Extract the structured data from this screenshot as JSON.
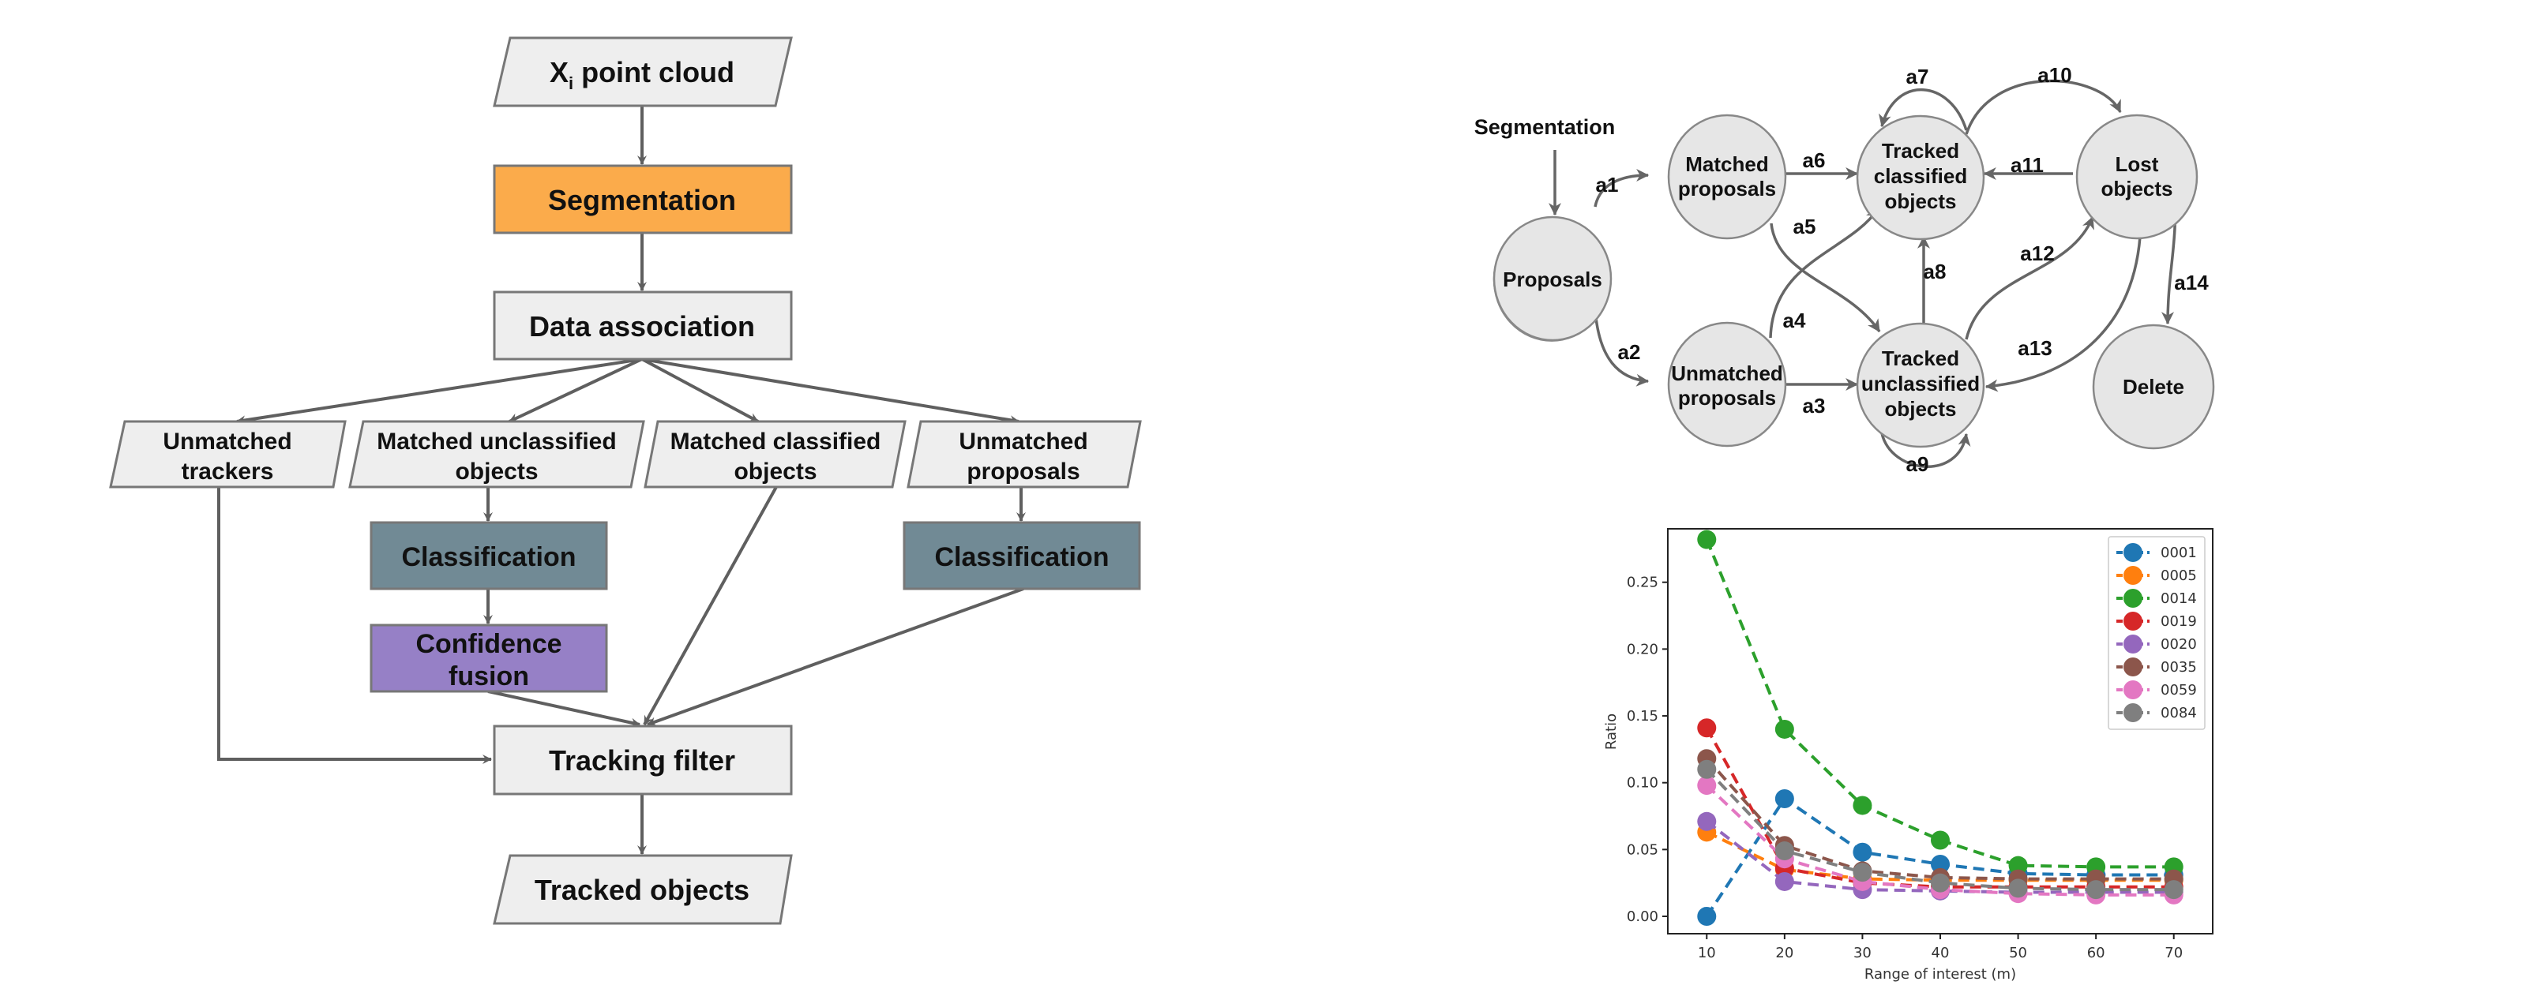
{
  "flowchart": {
    "nodes": {
      "input": {
        "main": "X",
        "sub": "i",
        "rest": " point cloud"
      },
      "segmentation": "Segmentation",
      "data_association": "Data association",
      "unmatched_trackers": [
        "Unmatched",
        "trackers"
      ],
      "matched_unclassified": [
        "Matched unclassified",
        "objects"
      ],
      "matched_classified": [
        "Matched classified",
        "objects"
      ],
      "unmatched_proposals": [
        "Unmatched",
        "proposals"
      ],
      "classification_left": "Classification",
      "classification_right": "Classification",
      "confidence_fusion": [
        "Confidence",
        "fusion"
      ],
      "tracking_filter": "Tracking filter",
      "tracked_objects": "Tracked objects"
    },
    "colors": {
      "node_fill": "#eeeeee",
      "segmentation": "#fbab4b",
      "classification": "#718a95",
      "confidence_fusion": "#9680c6",
      "edge": "#5f5f5f"
    }
  },
  "state_diagram": {
    "input_label": "Segmentation",
    "states": {
      "proposals": [
        "Proposals"
      ],
      "matched_proposals": [
        "Matched",
        "proposals"
      ],
      "unmatched_proposals": [
        "Unmatched",
        "proposals"
      ],
      "tracked_classified": [
        "Tracked",
        "classified",
        "objects"
      ],
      "tracked_unclassified": [
        "Tracked",
        "unclassified",
        "objects"
      ],
      "lost_objects": [
        "Lost",
        "objects"
      ],
      "delete": [
        "Delete"
      ]
    },
    "transitions": [
      "a1",
      "a2",
      "a3",
      "a4",
      "a5",
      "a6",
      "a7",
      "a8",
      "a9",
      "a10",
      "a11",
      "a12",
      "a13",
      "a14"
    ]
  },
  "chart_data": {
    "type": "line",
    "title": "",
    "xlabel": "Range of interest (m)",
    "ylabel": "Ratio",
    "x": [
      10,
      20,
      30,
      40,
      50,
      60,
      70
    ],
    "xticks": [
      "10",
      "20",
      "30",
      "40",
      "50",
      "60",
      "70"
    ],
    "yticks": [
      "0.00",
      "0.05",
      "0.10",
      "0.15",
      "0.20",
      "0.25"
    ],
    "ylim": [
      -0.013,
      0.29
    ],
    "xlim": [
      5,
      75
    ],
    "grid": false,
    "legend": "top-right",
    "line_style": "dashed-with-circle-markers",
    "series": [
      {
        "name": "0001",
        "color": "#1f77b4",
        "values": [
          0.0,
          0.088,
          0.048,
          0.039,
          0.032,
          0.031,
          0.031
        ]
      },
      {
        "name": "0005",
        "color": "#ff7f0e",
        "values": [
          0.063,
          0.035,
          0.028,
          0.027,
          0.027,
          0.027,
          0.027
        ]
      },
      {
        "name": "0014",
        "color": "#2ca02c",
        "values": [
          0.282,
          0.14,
          0.083,
          0.057,
          0.038,
          0.037,
          0.037
        ]
      },
      {
        "name": "0019",
        "color": "#d62728",
        "values": [
          0.141,
          0.036,
          0.025,
          0.022,
          0.022,
          0.022,
          0.022
        ]
      },
      {
        "name": "0020",
        "color": "#9467bd",
        "values": [
          0.071,
          0.026,
          0.02,
          0.019,
          0.018,
          0.018,
          0.018
        ]
      },
      {
        "name": "0035",
        "color": "#8c564b",
        "values": [
          0.118,
          0.053,
          0.034,
          0.029,
          0.028,
          0.028,
          0.028
        ]
      },
      {
        "name": "0059",
        "color": "#e377c2",
        "values": [
          0.098,
          0.043,
          0.026,
          0.02,
          0.017,
          0.016,
          0.016
        ]
      },
      {
        "name": "0084",
        "color": "#7f7f7f",
        "values": [
          0.11,
          0.049,
          0.033,
          0.025,
          0.021,
          0.02,
          0.02
        ]
      }
    ]
  }
}
